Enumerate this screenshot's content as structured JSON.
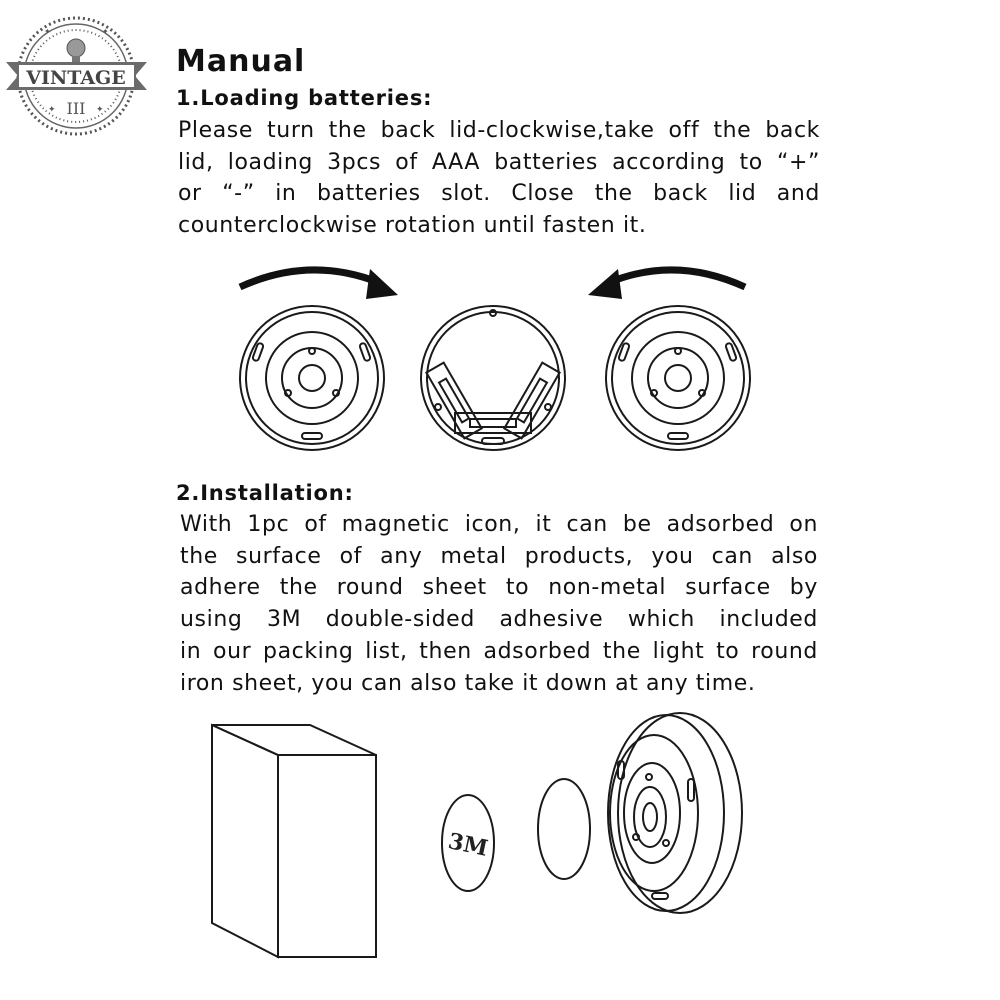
{
  "logo": {
    "brand": "VINTAGE",
    "numeral": "III"
  },
  "manual": {
    "title": "Manual",
    "section1": {
      "heading": "1.Loading batteries:",
      "lines": [
        "Please turn the back lid-clockwise,take off the back",
        "lid, loading 3pcs of AAA batteries according to “+”",
        "or “-” in batteries slot. Close the back lid and",
        "counterclockwise rotation until fasten it."
      ]
    },
    "section2": {
      "heading": "2.Installation:",
      "lines": [
        "With 1pc of magnetic icon, it can be adsorbed on",
        "the surface of any metal products, you can also",
        "adhere the round sheet to non-metal surface by",
        "using 3M double-sided adhesive which included",
        "in our packing list, then adsorbed the light to round",
        "iron sheet, you can also take it down at any time."
      ]
    },
    "figure2": {
      "sticker_label": "3M"
    }
  }
}
